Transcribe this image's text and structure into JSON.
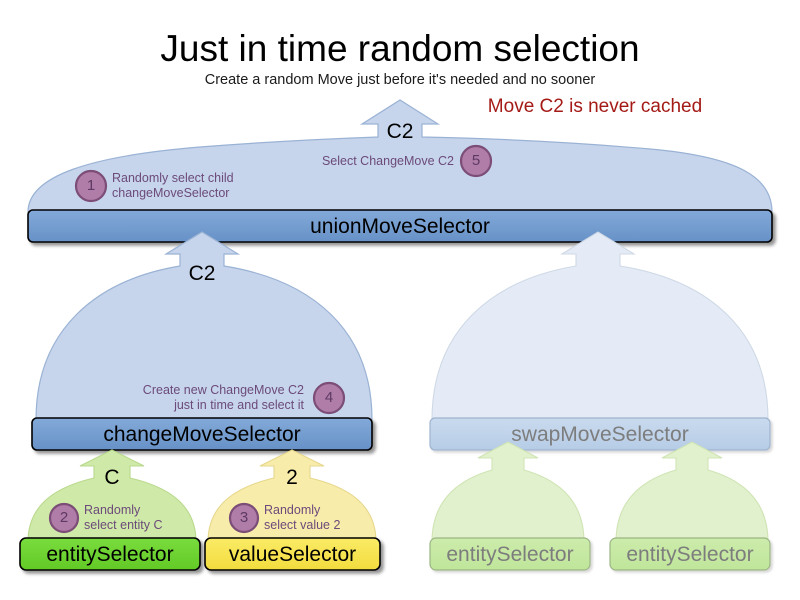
{
  "header": {
    "title": "Just in time random selection",
    "subtitle": "Create a random Move just before it's needed and no sooner",
    "annotation": "Move C2 is never cached",
    "annotation_color": "#a41a16"
  },
  "colors": {
    "selector_blue_fill": "#6d9bd1",
    "selector_blue_stroke": "#000000",
    "arrow_blue_fill": "#c6d5ec",
    "arrow_blue_stroke": "#9ab2d4",
    "faded_blue_fill": "#e4ebf6",
    "faded_selector_fill": "#bdd0e8",
    "entity_green_fill": "#6cd32e",
    "arrow_green_fill": "#cfeaa8",
    "faded_green_fill": "#d9eec0",
    "value_yellow_fill": "#f6e350",
    "arrow_yellow_fill": "#f8ecab",
    "badge_fill": "#b07ca8",
    "badge_stroke": "#7b4d77",
    "note_text": "#6c4a7a",
    "faded_text": "#7d7d7d"
  },
  "nodes": {
    "union_move_selector": {
      "label": "unionMoveSelector",
      "faded": false
    },
    "change_move_selector": {
      "label": "changeMoveSelector",
      "faded": false
    },
    "swap_move_selector": {
      "label": "swapMoveSelector",
      "faded": true
    },
    "entity_selector_left": {
      "label": "entitySelector",
      "faded": false
    },
    "value_selector": {
      "label": "valueSelector",
      "faded": false
    },
    "entity_selector_swap_1": {
      "label": "entitySelector",
      "faded": true
    },
    "entity_selector_swap_2": {
      "label": "entitySelector",
      "faded": true
    }
  },
  "flow_labels": {
    "union_output": "C2",
    "change_output": "C2",
    "entity_output": "C",
    "value_output": "2"
  },
  "steps": [
    {
      "number": "1",
      "text": "Randomly select child\nchangeMoveSelector",
      "align": "left"
    },
    {
      "number": "2",
      "text": "Randomly\nselect entity C",
      "align": "left"
    },
    {
      "number": "3",
      "text": "Randomly\nselect value 2",
      "align": "left"
    },
    {
      "number": "4",
      "text": "Create new ChangeMove C2\njust in time and select it",
      "align": "right"
    },
    {
      "number": "5",
      "text": "Select ChangeMove C2",
      "align": "right"
    }
  ]
}
